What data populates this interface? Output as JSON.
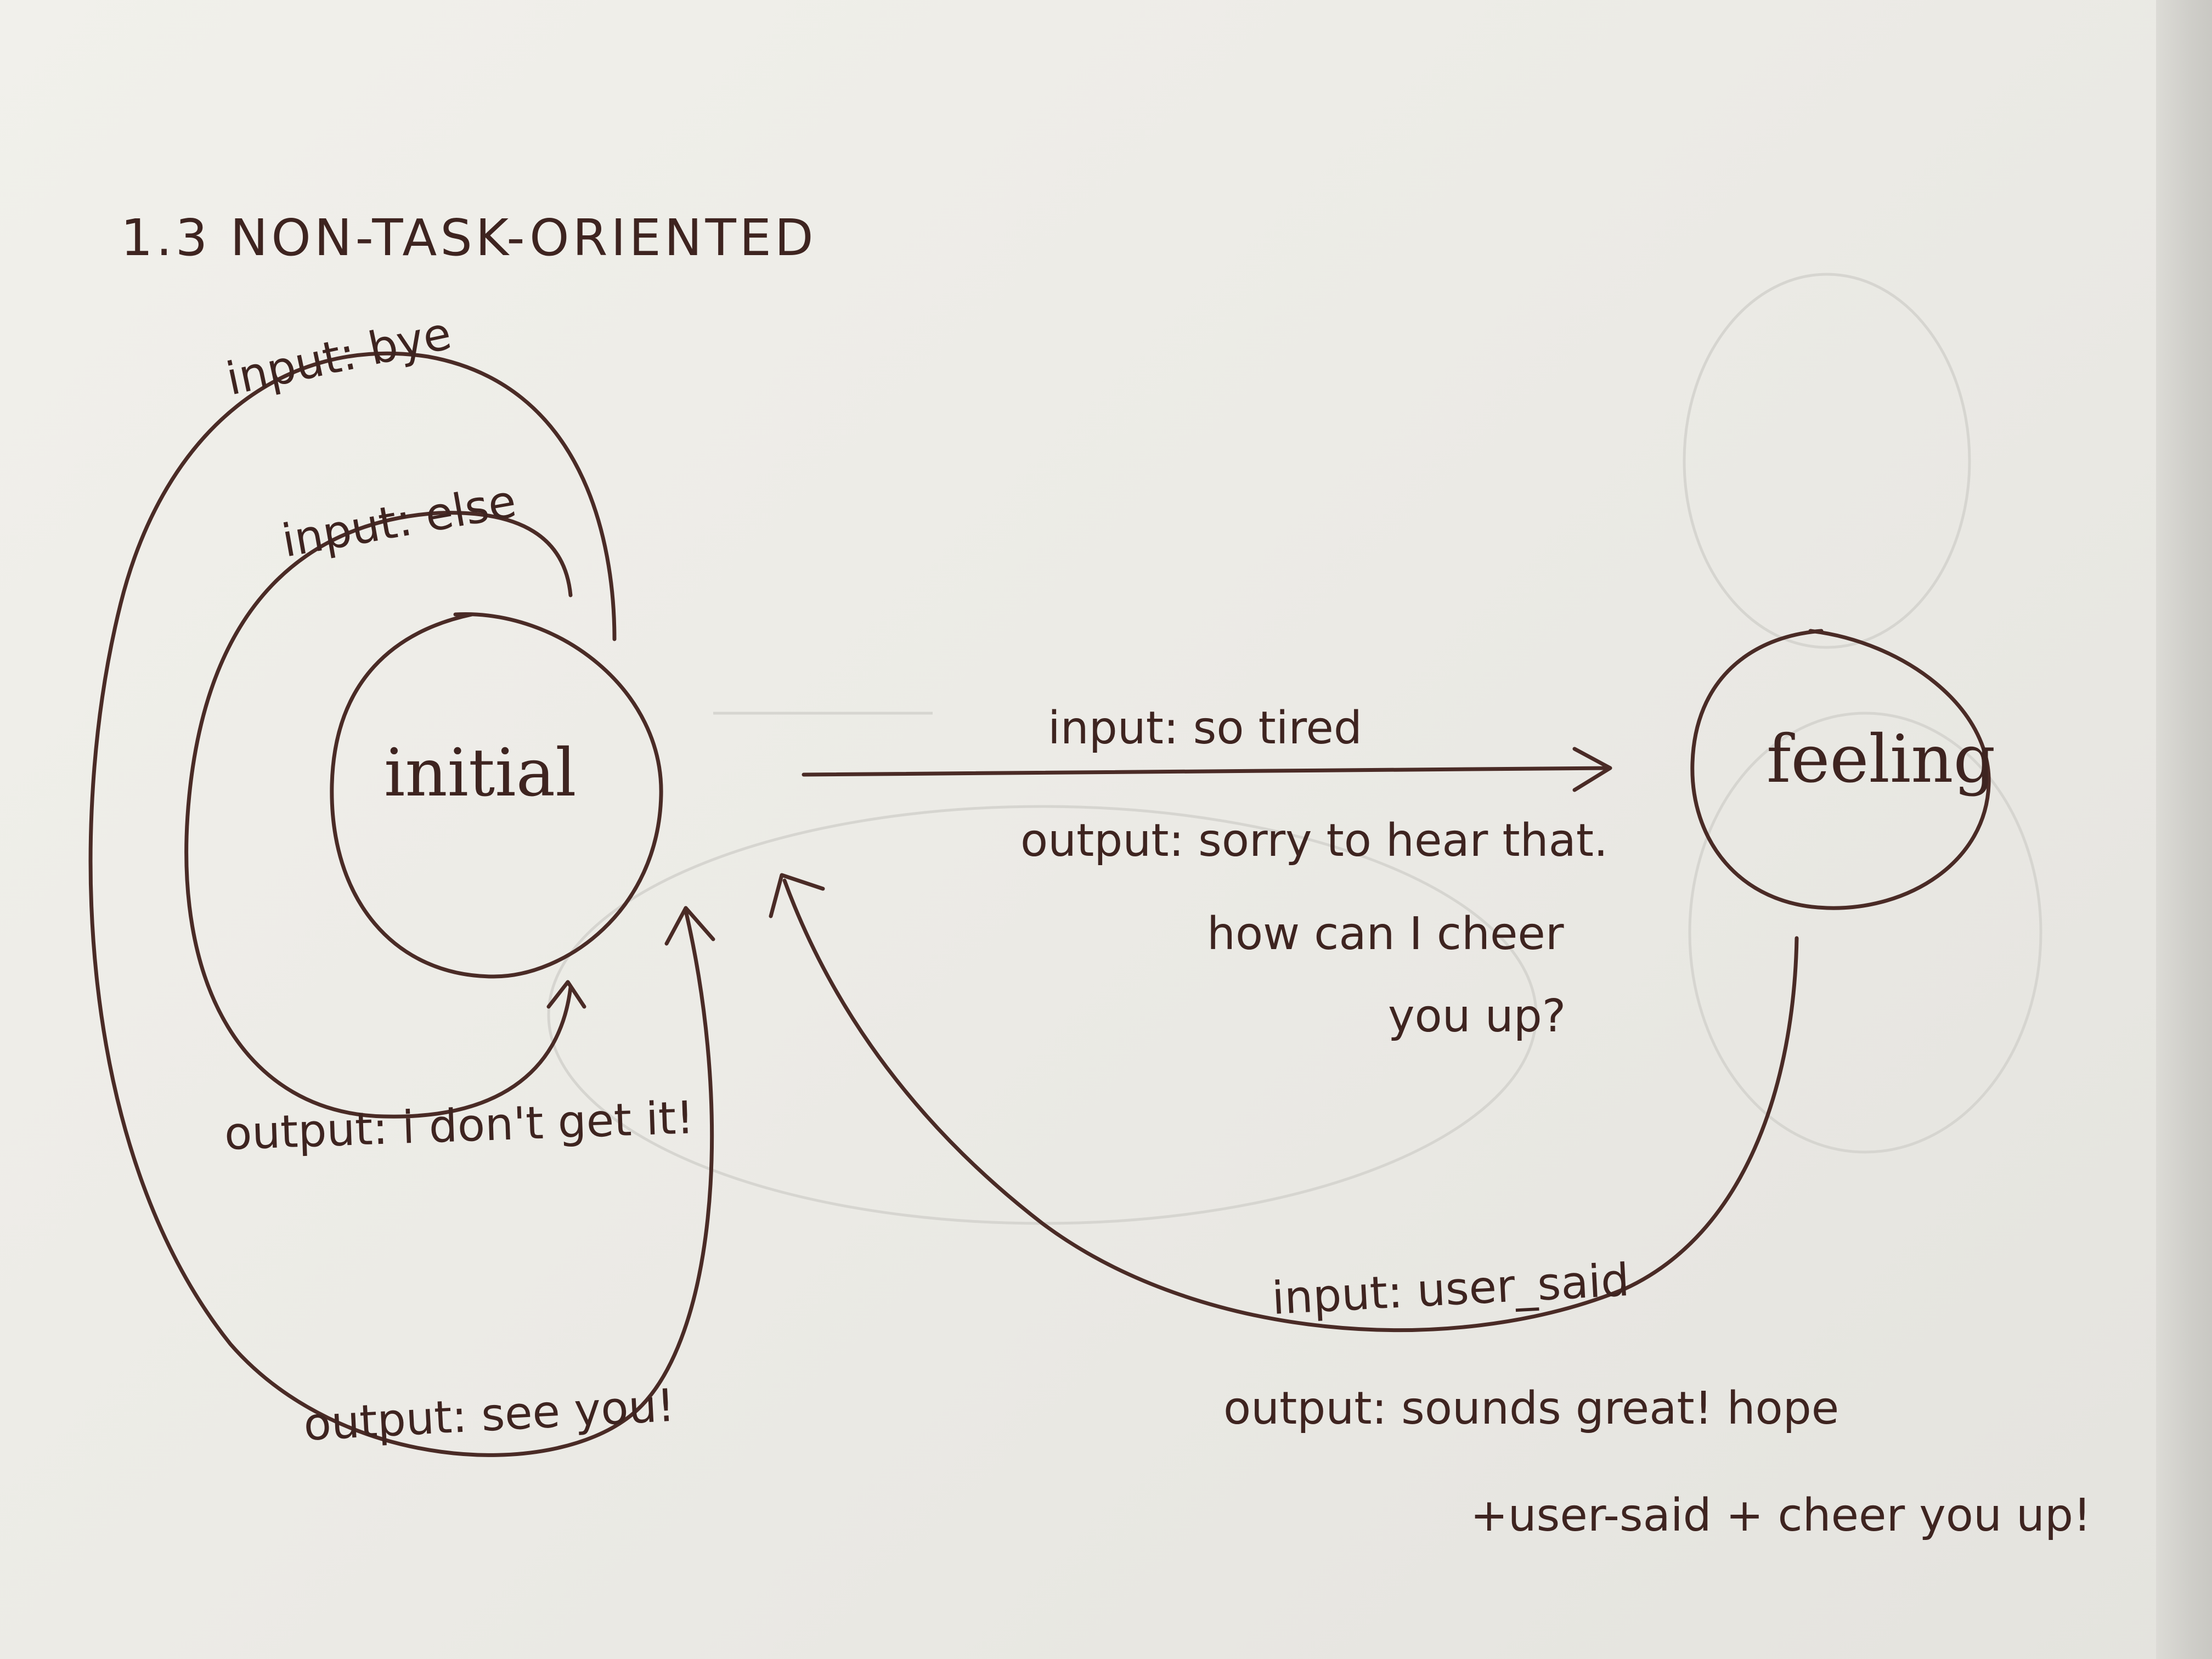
{
  "title": "1.3 NON-TASK-ORIENTED",
  "states": {
    "initial": "initial",
    "feeling": "feeling"
  },
  "transitions": {
    "bye": {
      "input": "input: bye",
      "output": "output: see you!"
    },
    "else": {
      "input": "input: else",
      "output": "output: i don't get it!"
    },
    "tired": {
      "input": "input: so tired",
      "output_line1": "output: sorry to hear that.",
      "output_line2": "how can I cheer",
      "output_line3": "you up?"
    },
    "user_said": {
      "input": "input: user_said",
      "output_line1": "output: sounds great! hope",
      "output_line2": "+user-said + cheer you up!"
    }
  },
  "colors": {
    "ink": "#4a2b26",
    "paper": "#efeee9"
  }
}
